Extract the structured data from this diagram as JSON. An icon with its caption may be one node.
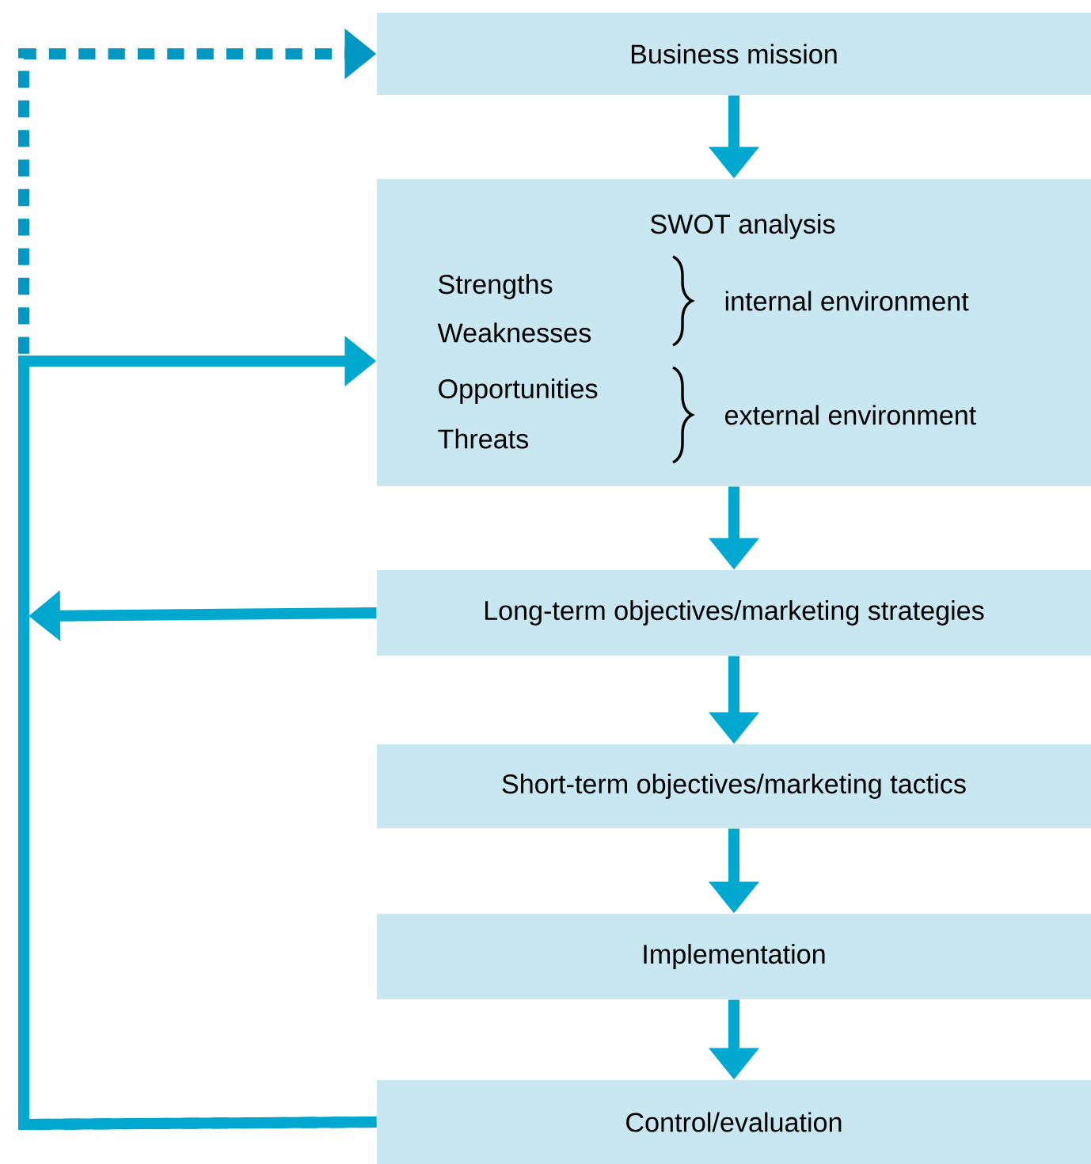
{
  "diagram": {
    "nodes": [
      {
        "text": [
          "Business mission"
        ]
      },
      {
        "text": [
          "SWOT analysis",
          "Strengths",
          "Weaknesses",
          "internal environment",
          "Opportunities",
          "Threats",
          "external environment"
        ]
      },
      {
        "text": [
          "Long-term objectives/marketing strategies"
        ]
      },
      {
        "text": [
          "Short-term objectives/marketing tactics"
        ]
      },
      {
        "text": [
          "Implementation"
        ]
      },
      {
        "text": [
          "Control/evaluation"
        ]
      }
    ],
    "edges": [
      {
        "from": 0,
        "to": 1,
        "arrow": "to"
      },
      {
        "from": 1,
        "to": 2,
        "arrow": "to"
      },
      {
        "from": 2,
        "to": 3,
        "arrow": "to"
      },
      {
        "from": 3,
        "to": 4,
        "arrow": "to"
      },
      {
        "from": 4,
        "to": 5,
        "arrow": "to"
      },
      {
        "from": 5,
        "to": 1,
        "arrow": "to"
      },
      {
        "from": 5,
        "to": 0,
        "arrow": "to",
        "style": "dashed",
        "color": "#0097c2"
      },
      {
        "from": 2,
        "to": null,
        "arrow": "to"
      }
    ]
  }
}
